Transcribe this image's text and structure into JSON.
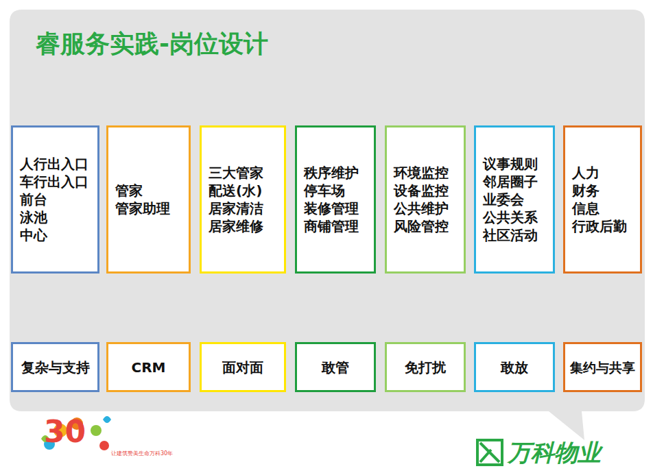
{
  "diagram": {
    "title": "睿服务实践-岗位设计",
    "nodes": [
      {
        "text": [
          "人行出入口",
          "车行出入口",
          "前台",
          "泳池",
          "中心"
        ]
      },
      {
        "text": [
          "管家",
          "管家助理"
        ]
      },
      {
        "text": [
          "三大管家",
          "配送(水)",
          "居家清洁",
          "居家维修"
        ]
      },
      {
        "text": [
          "秩序维护",
          "停车场",
          "装修管理",
          "商铺管理"
        ]
      },
      {
        "text": [
          "环境监控",
          "设备监控",
          "公共维护",
          "风险管控"
        ]
      },
      {
        "text": [
          "议事规则",
          "邻居圈子",
          "业委会",
          "公共关系",
          "社区活动"
        ]
      },
      {
        "text": [
          "人力",
          "财务",
          "信息",
          "行政后勤"
        ]
      },
      {
        "text": [
          "复杂与支持"
        ]
      },
      {
        "text": [
          "CRM"
        ]
      },
      {
        "text": [
          "面对面"
        ]
      },
      {
        "text": [
          "敢管"
        ]
      },
      {
        "text": [
          "免打扰"
        ]
      },
      {
        "text": [
          "敢放"
        ]
      },
      {
        "text": [
          "集约与共享"
        ]
      }
    ],
    "labels": [
      "30",
      "让建筑赞美生命万科30年",
      "万科物业"
    ]
  }
}
